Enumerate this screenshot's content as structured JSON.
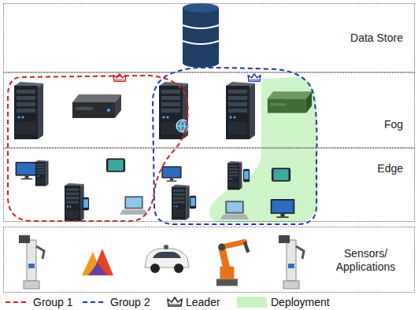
{
  "diagram": {
    "nodes": [
      {
        "text": [
          "Data Store"
        ]
      },
      {
        "text": [
          "Fog"
        ]
      },
      {
        "text": [
          "Edge"
        ]
      },
      {
        "text": [
          "Sensors/ Applications"
        ]
      }
    ],
    "legend": [
      {
        "text": "Group 1"
      },
      {
        "text": "Group 2"
      },
      {
        "text": "Leader"
      },
      {
        "text": "Deployment",
        "color": "#c9f2c2"
      }
    ]
  }
}
